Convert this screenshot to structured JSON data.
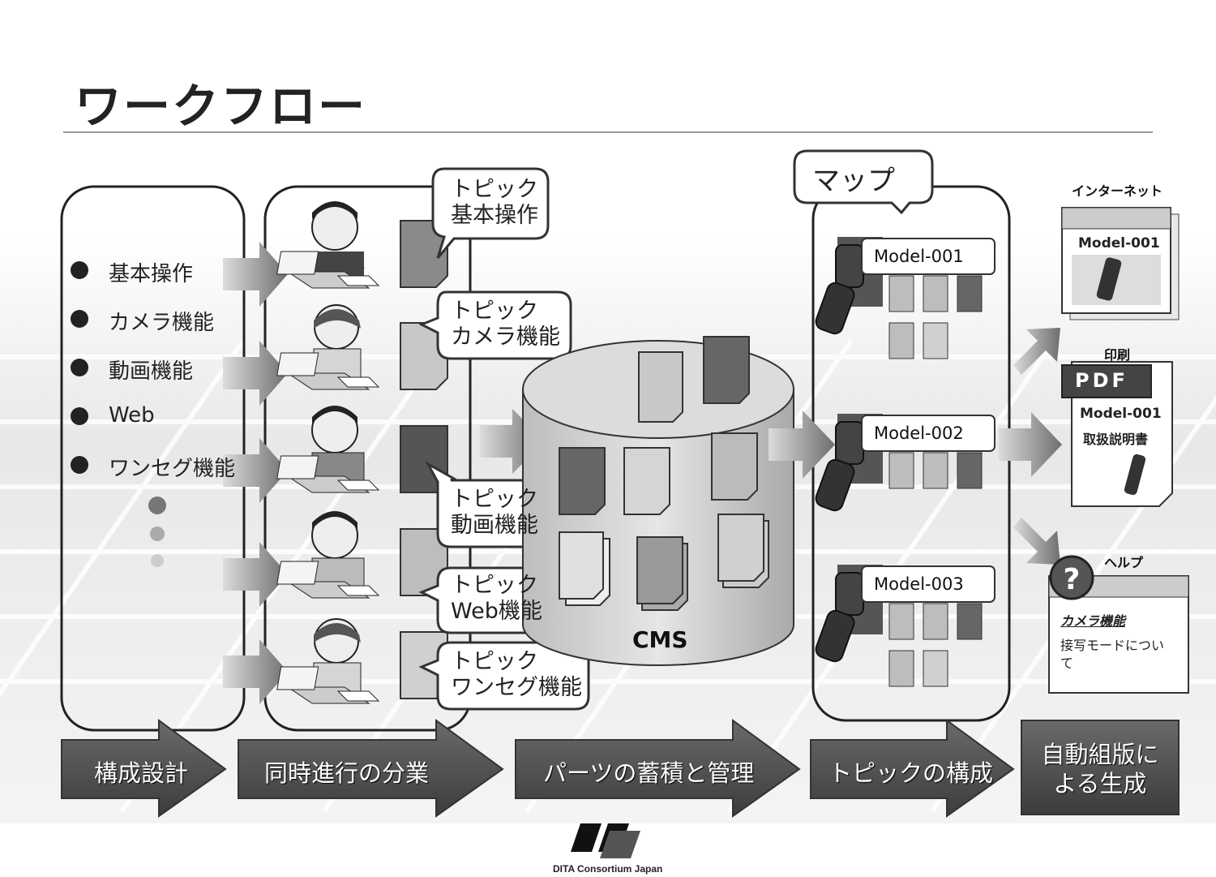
{
  "title": "ワークフロー",
  "features": [
    "基本操作",
    "カメラ機能",
    "動画機能",
    "Web",
    "ワンセグ機能"
  ],
  "topic_bubbles": [
    {
      "line1": "トピック",
      "line2": "基本操作"
    },
    {
      "line1": "トピック",
      "line2": "カメラ機能"
    },
    {
      "line1": "トピック",
      "line2": "動画機能"
    },
    {
      "line1": "トピック",
      "line2": "Web機能"
    },
    {
      "line1": "トピック",
      "line2": "ワンセグ機能"
    }
  ],
  "cms_label": "CMS",
  "map_bubble": "マップ",
  "models": [
    "Model-001",
    "Model-002",
    "Model-003"
  ],
  "outputs": {
    "internet_label": "インターネット",
    "internet_model": "Model-001",
    "print_label": "印刷",
    "pdf_badge": "PDF",
    "pdf_model": "Model-001",
    "pdf_doc": "取扱説明書",
    "help_label": "ヘルプ",
    "help_link": "カメラ機能",
    "help_text_1": "接写モードについ",
    "help_text_2": "て"
  },
  "steps": [
    "構成設計",
    "同時進行の分業",
    "パーツの蓄積と管理",
    "トピックの構成"
  ],
  "final_step": {
    "line1": "自動組版に",
    "line2": "よる生成"
  },
  "logo_text": "DITA Consortium Japan",
  "colors": {
    "dark": "#555555",
    "mid": "#8a8a8a",
    "light": "#cfcfcf",
    "doc_dark": "#666666",
    "doc_light": "#c8c8c8"
  }
}
